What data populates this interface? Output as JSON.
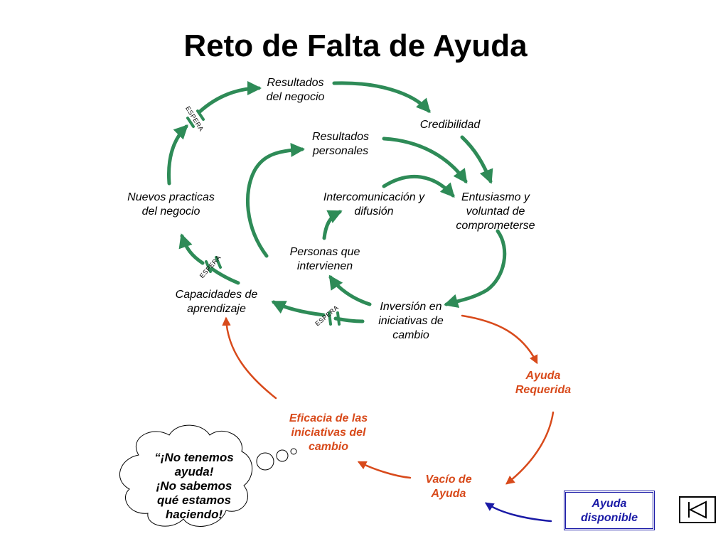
{
  "title": "Reto de Falta de Ayuda",
  "nodes": {
    "resultados_negocio": [
      "Resultados",
      "del negocio"
    ],
    "credibilidad": [
      "Credibilidad"
    ],
    "resultados_personales": [
      "Resultados",
      "personales"
    ],
    "nuevas_practicas": [
      "Nuevos practicas",
      "del negocio"
    ],
    "intercomunicacion": [
      "Intercomunicación y",
      "difusión"
    ],
    "entusiasmo": [
      "Entusiasmo y",
      "voluntad de",
      "comprometerse"
    ],
    "personas": [
      "Personas que",
      "intervienen"
    ],
    "capacidades": [
      "Capacidades de",
      "aprendizaje"
    ],
    "inversion": [
      "Inversión en",
      "iniciativas de",
      "cambio"
    ],
    "ayuda_requerida": [
      "Ayuda",
      "Requerida"
    ],
    "eficacia": [
      "Eficacia de las",
      "iniciativas del",
      "cambio"
    ],
    "vacio": [
      "Vacío de",
      "Ayuda"
    ],
    "ayuda_disponible": [
      "Ayuda",
      "disponible"
    ]
  },
  "delay_label": "ESPERA",
  "thought": [
    "“¡No tenemos",
    "ayuda!",
    "¡No sabemos",
    "qué estamos",
    "haciendo!"
  ],
  "colors": {
    "reinforcing": "#2e8b57",
    "balancing": "#d84a1b",
    "external": "#1a1aa6"
  },
  "icons": {
    "nav": "back-triangle-icon"
  }
}
